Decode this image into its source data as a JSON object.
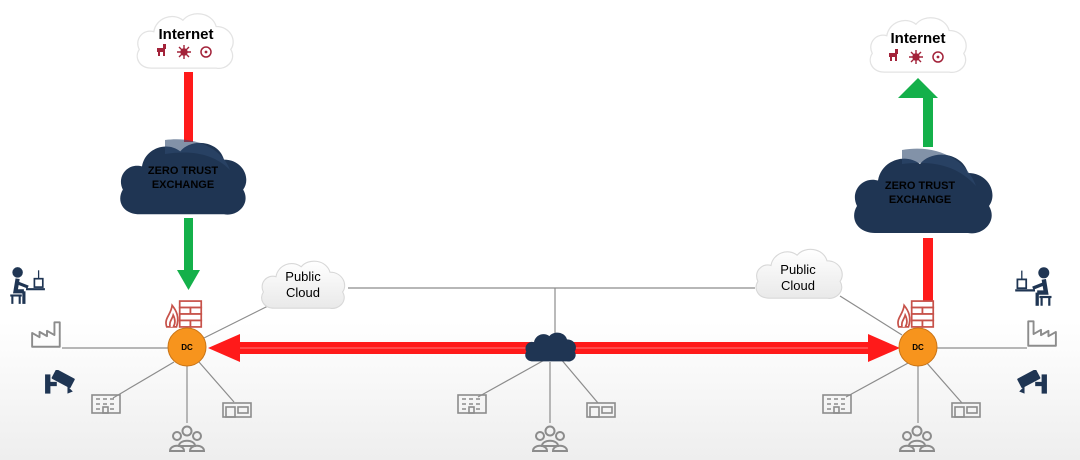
{
  "colors": {
    "threat_red": "#ff1a1a",
    "allowed_green": "#14b04a",
    "zte_navy": "#1f3553",
    "dc_orange": "#f7941d",
    "internet_text": "#a3233a",
    "icon_dark": "#1f3553",
    "icon_gray": "#8c8c8c"
  },
  "left_site": {
    "internet": {
      "title": "Internet",
      "icons": [
        "horse-icon",
        "virus-icon",
        "radiation-icon"
      ]
    },
    "zte": {
      "line1": "ZERO TRUST",
      "line2": "EXCHANGE"
    },
    "public_cloud": {
      "line1": "Public",
      "line2": "Cloud"
    },
    "dc": {
      "label": "DC"
    },
    "internet_link": "blocked",
    "zte_to_dc_arrow": "allowed"
  },
  "right_site": {
    "internet": {
      "title": "Internet",
      "icons": [
        "horse-icon",
        "virus-icon",
        "radiation-icon"
      ]
    },
    "zte": {
      "line1": "ZERO TRUST",
      "line2": "EXCHANGE"
    },
    "public_cloud": {
      "line1": "Public",
      "line2": "Cloud"
    },
    "dc": {
      "label": "DC"
    },
    "dc_to_zte_link": "blocked",
    "zte_to_internet_arrow": "allowed"
  },
  "wan": {
    "arrow": "bidirectional",
    "status": "blocked",
    "cloud_icon": "network-cloud-icon"
  }
}
